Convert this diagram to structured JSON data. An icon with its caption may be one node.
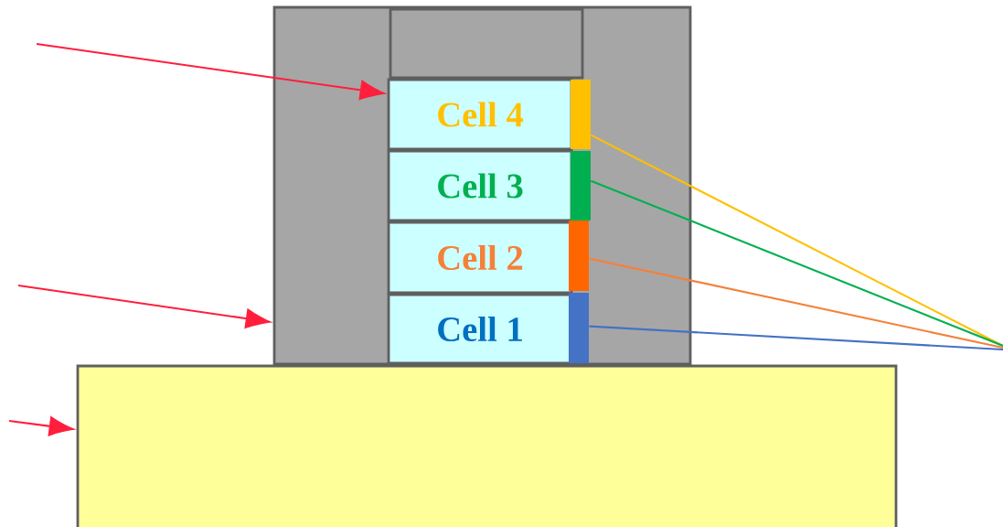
{
  "diagram": {
    "nodes": [
      {
        "text": [],
        "shape": "box"
      },
      {
        "text": [],
        "shape": "box",
        "in": 0
      },
      {
        "text": [
          "Cell 4"
        ],
        "in": 0
      },
      {
        "text": [
          "Cell 3"
        ],
        "in": 0
      },
      {
        "text": [
          "Cell 2"
        ],
        "in": 0
      },
      {
        "text": [
          "Cell 1"
        ],
        "in": 0
      },
      {
        "text": [],
        "shape": "bar",
        "in": 0
      },
      {
        "text": [],
        "shape": "bar",
        "in": 0
      },
      {
        "text": [],
        "shape": "bar",
        "in": 0
      },
      {
        "text": [],
        "shape": "bar",
        "in": 0
      },
      {
        "text": [],
        "shape": "box"
      }
    ],
    "edges": [
      {
        "from": null,
        "to": 2,
        "arrow": "to"
      },
      {
        "from": null,
        "to": 0,
        "arrow": "to"
      },
      {
        "from": null,
        "to": 10,
        "arrow": "to"
      },
      {
        "from": 6,
        "to": null,
        "arrow": "none",
        "color": "#ffc000"
      },
      {
        "from": 7,
        "to": null,
        "arrow": "none",
        "color": "#00b050"
      },
      {
        "from": 8,
        "to": null,
        "arrow": "none",
        "color": "#f4813a"
      },
      {
        "from": 9,
        "to": null,
        "arrow": "none",
        "color": "#4472c4"
      }
    ]
  }
}
